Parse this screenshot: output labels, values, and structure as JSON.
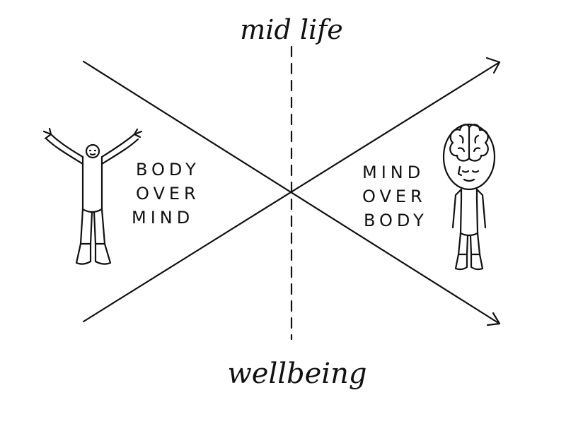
{
  "labels": {
    "top": "mid life",
    "bottom": "wellbeing",
    "left": [
      "BODY",
      "OVER",
      "MIND"
    ],
    "right": [
      "MIND",
      "OVER",
      "BODY"
    ]
  },
  "figures": {
    "left": "arms-raised-figure-icon",
    "right": "brain-head-figure-icon"
  },
  "colors": {
    "ink": "#111111",
    "background": "#ffffff"
  }
}
